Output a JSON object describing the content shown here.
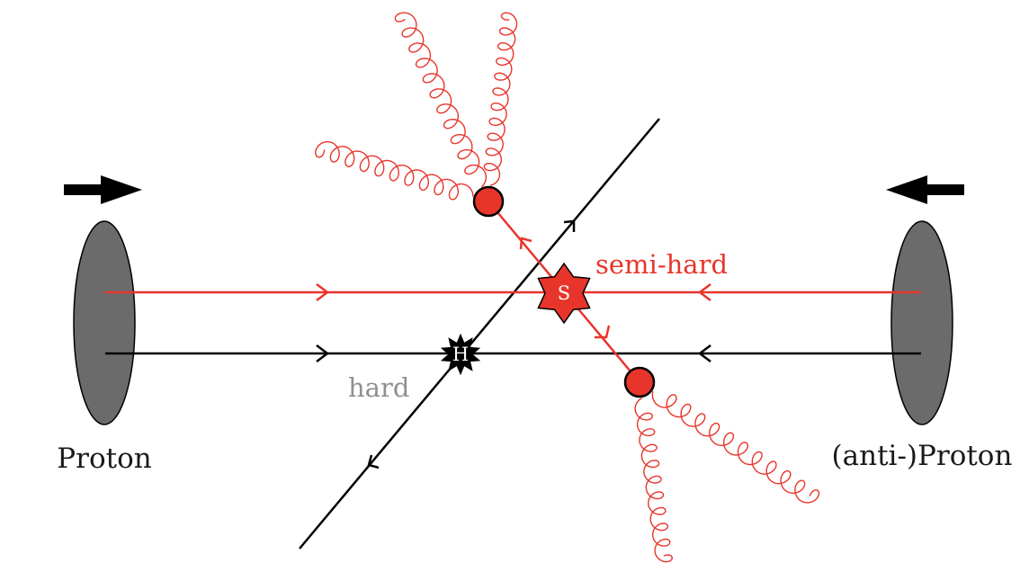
{
  "labels": {
    "left_beam": "Proton",
    "right_beam": "(anti-)Proton",
    "semi_hard": "semi-hard",
    "hard": "hard",
    "semi_hard_vertex": "S",
    "hard_vertex": "H"
  },
  "colors": {
    "soft": "#e8352b",
    "hard": "#000000",
    "proton": "#6b6b6b",
    "hard_label": "#8f8f8f",
    "vertex_text": "#ffffff"
  },
  "icons": {
    "left_arrow": "arrow-right-icon",
    "right_arrow": "arrow-left-icon",
    "semi_hard_vertex": "star-icon",
    "hard_vertex": "starburst-icon",
    "gluon": "gluon-spring-icon"
  }
}
